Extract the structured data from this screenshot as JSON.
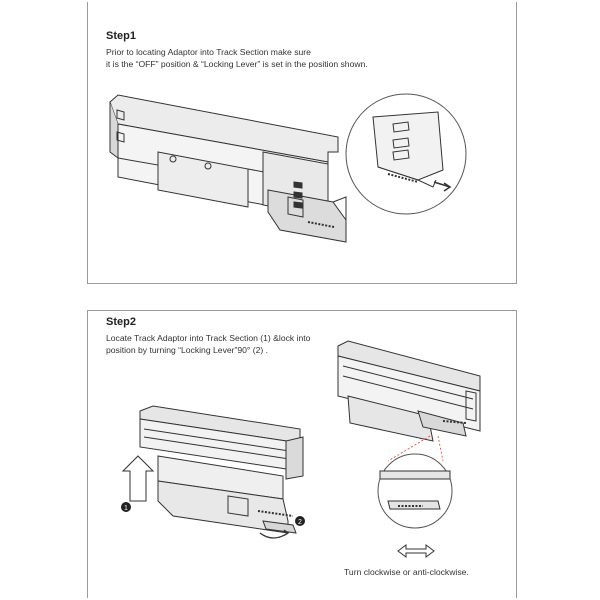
{
  "step1": {
    "title": "Step1",
    "line1": "Prior to locating Adaptor into Track Section make sure",
    "line2": "it is the “OFF” position & “Locking Lever” is set in the position shown."
  },
  "step2": {
    "title": "Step2",
    "line1": "Locate Track Adaptor into Track Section (1) &lock into",
    "line2": "position by turning  “Locking Lever”90° (2) .",
    "marker1": "1",
    "marker2": "2",
    "caption": "Turn clockwise or anti-clockwise."
  },
  "colors": {
    "frame": "#9a9a9a",
    "line": "#333333",
    "shade": "#e6e6e6"
  }
}
